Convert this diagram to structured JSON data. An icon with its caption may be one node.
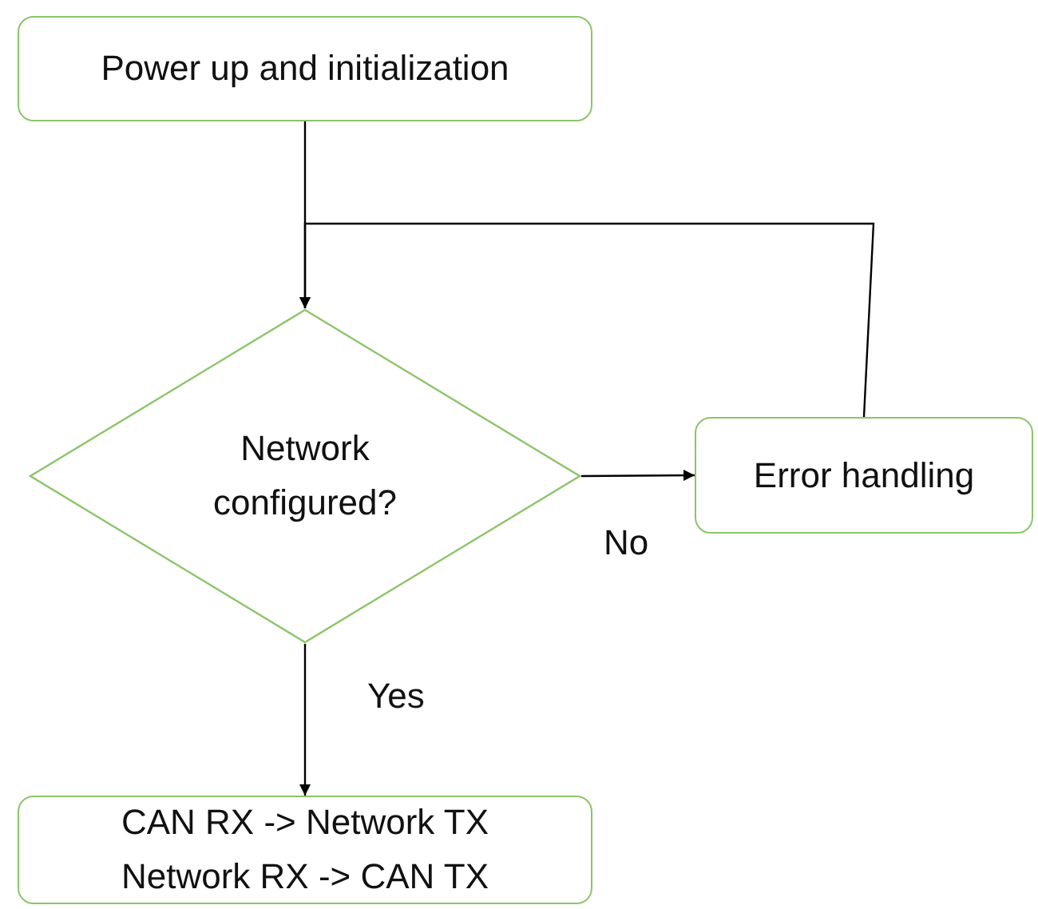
{
  "diagram": {
    "nodes": [
      {
        "text": [
          "Power up and initialization"
        ]
      },
      {
        "text": [
          "Network configured?"
        ]
      },
      {
        "text": [
          "Error handling"
        ]
      },
      {
        "text": [
          "CAN RX -> Network TX",
          "Network RX -> CAN TX"
        ]
      }
    ],
    "edges": [
      {
        "from": 0,
        "to": 1,
        "arrow": "to"
      },
      {
        "from": 2,
        "to": 1,
        "arrow": "to"
      },
      {
        "from": 1,
        "to": 2,
        "arrow": "to",
        "label": "No"
      },
      {
        "from": 1,
        "to": 3,
        "arrow": "to",
        "label": "Yes"
      }
    ]
  }
}
